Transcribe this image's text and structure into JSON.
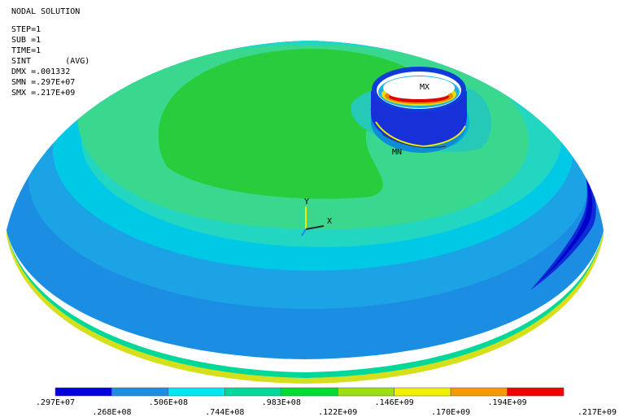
{
  "info": {
    "title": "NODAL SOLUTION",
    "lines": [
      "STEP=1",
      "SUB =1",
      "TIME=1",
      "SINT       (AVG)",
      "DMX =.001332",
      "SMN =.297E+07",
      "SMX =.217E+09"
    ]
  },
  "markers": {
    "max": "MX",
    "min": "MN"
  },
  "axes": {
    "x": "X",
    "y": "Y"
  },
  "legend": {
    "colors": [
      "#0000e0",
      "#1b8ee3",
      "#00e8f0",
      "#00d89a",
      "#00dc30",
      "#9be014",
      "#f2ef00",
      "#f79a00",
      "#f00000"
    ],
    "labels": [
      ".297E+07",
      ".268E+08",
      ".506E+08",
      ".744E+08",
      ".983E+08",
      ".122E+09",
      ".146E+09",
      ".170E+09",
      ".194E+09",
      ".217E+09"
    ]
  }
}
